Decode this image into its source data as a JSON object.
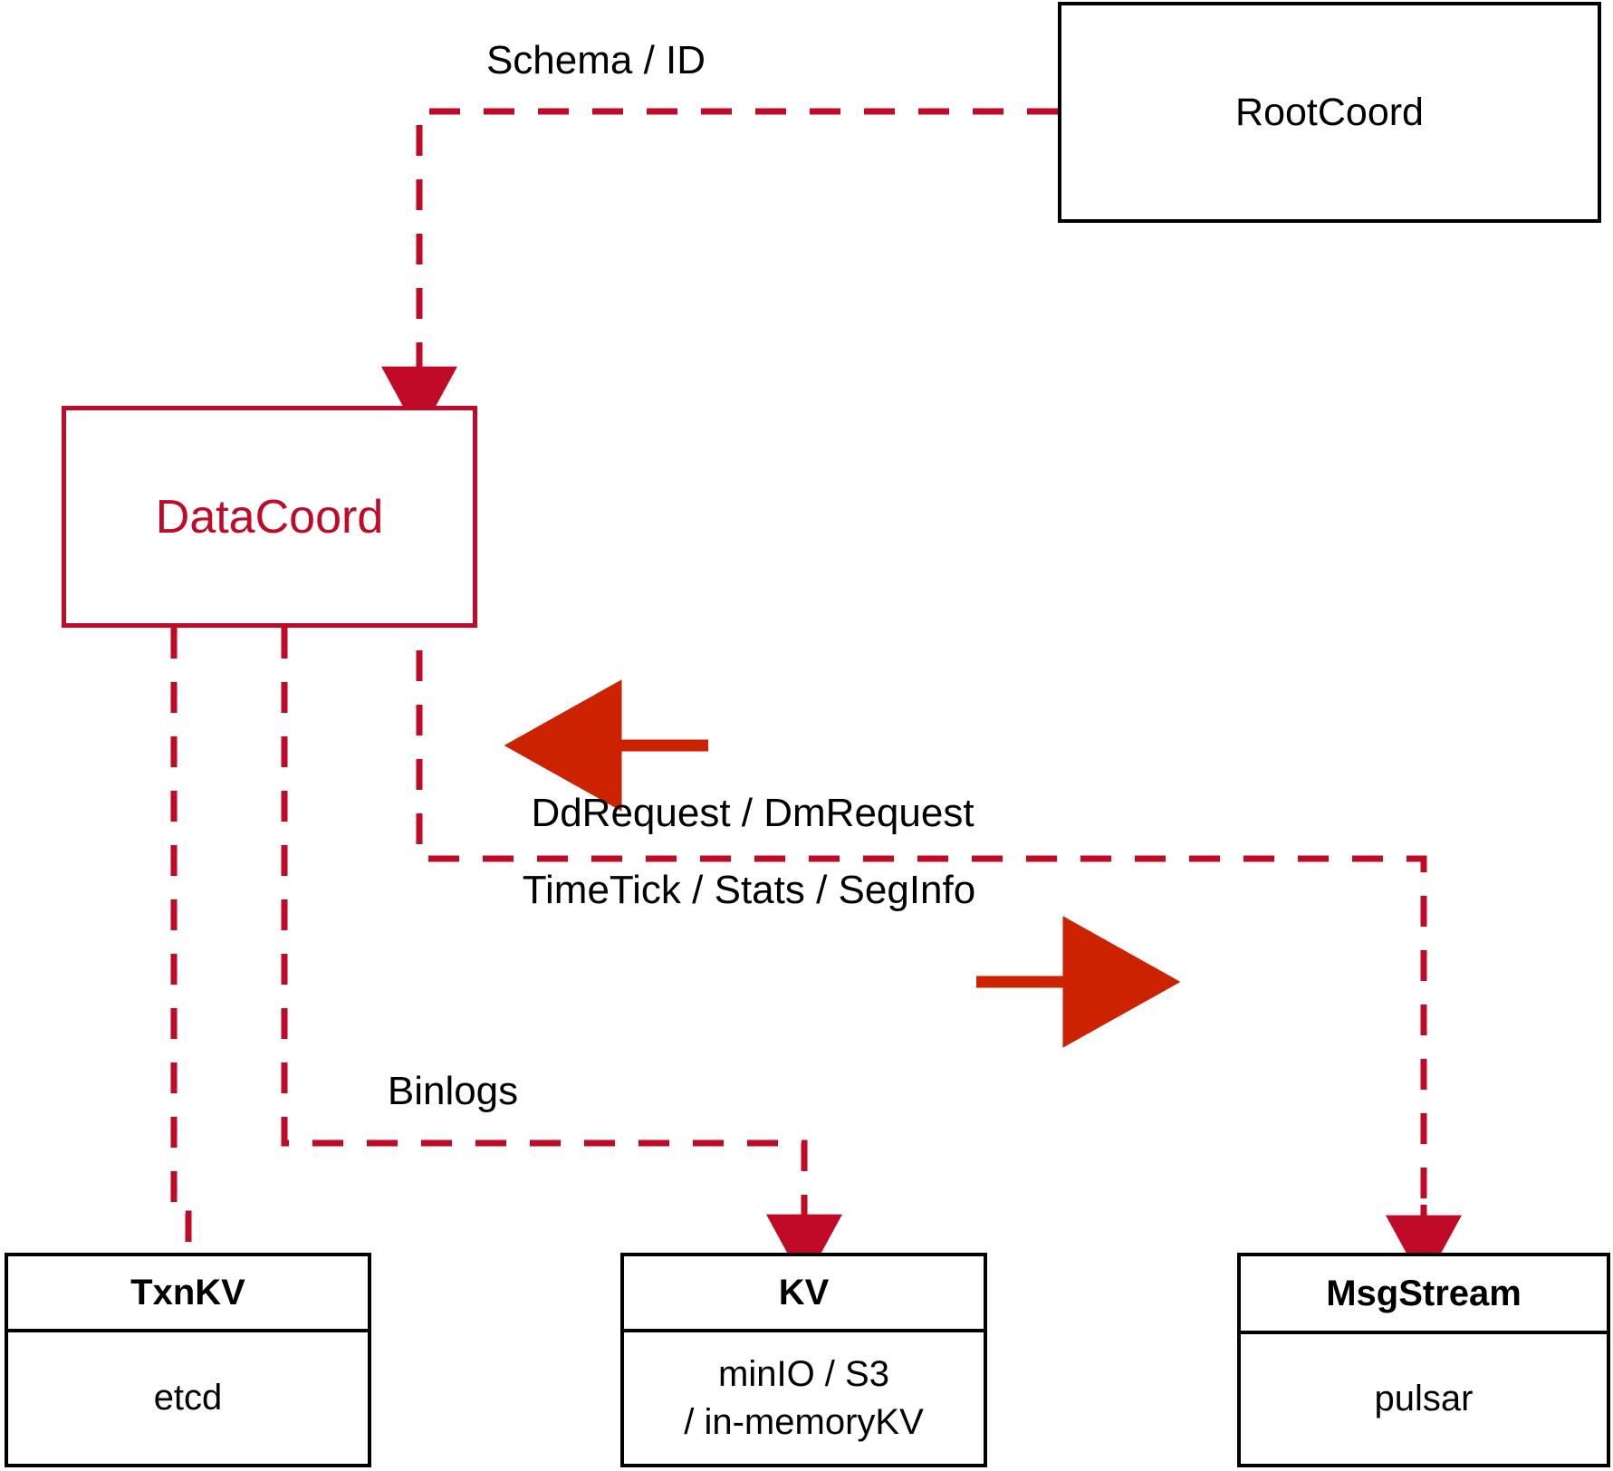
{
  "diagram": {
    "title": "DataCoord architecture",
    "colors": {
      "dashed_red": "#C00A27",
      "solid_arrow_red": "#CC2200",
      "node_black": "#000000",
      "background": "#FFFFFF"
    },
    "nodes": {
      "rootcoord": {
        "title": "RootCoord"
      },
      "datacoord": {
        "title": "DataCoord"
      },
      "txnkv": {
        "title": "TxnKV",
        "sub": "etcd"
      },
      "kv": {
        "title": "KV",
        "sub_line1": "minIO / S3",
        "sub_line2": "/ in-memoryKV"
      },
      "msgstream": {
        "title": "MsgStream",
        "sub": "pulsar"
      }
    },
    "edges": [
      {
        "id": "schema-id",
        "label": "Schema / ID",
        "from": "rootcoord",
        "to": "datacoord",
        "style": "dashed"
      },
      {
        "id": "dd-dm-request",
        "label": "DdRequest / DmRequest",
        "from": "msgstream",
        "to": "datacoord",
        "style": "dashed"
      },
      {
        "id": "timetick-stats-seginfo",
        "label": "TimeTick / Stats / SegInfo",
        "from": "datacoord",
        "to": "msgstream",
        "style": "dashed"
      },
      {
        "id": "binlogs",
        "label": "Binlogs",
        "from": "datacoord",
        "to": "kv",
        "style": "dashed"
      },
      {
        "id": "txnkv-link",
        "label": "",
        "from": "datacoord",
        "to": "txnkv",
        "style": "dashed"
      }
    ]
  }
}
